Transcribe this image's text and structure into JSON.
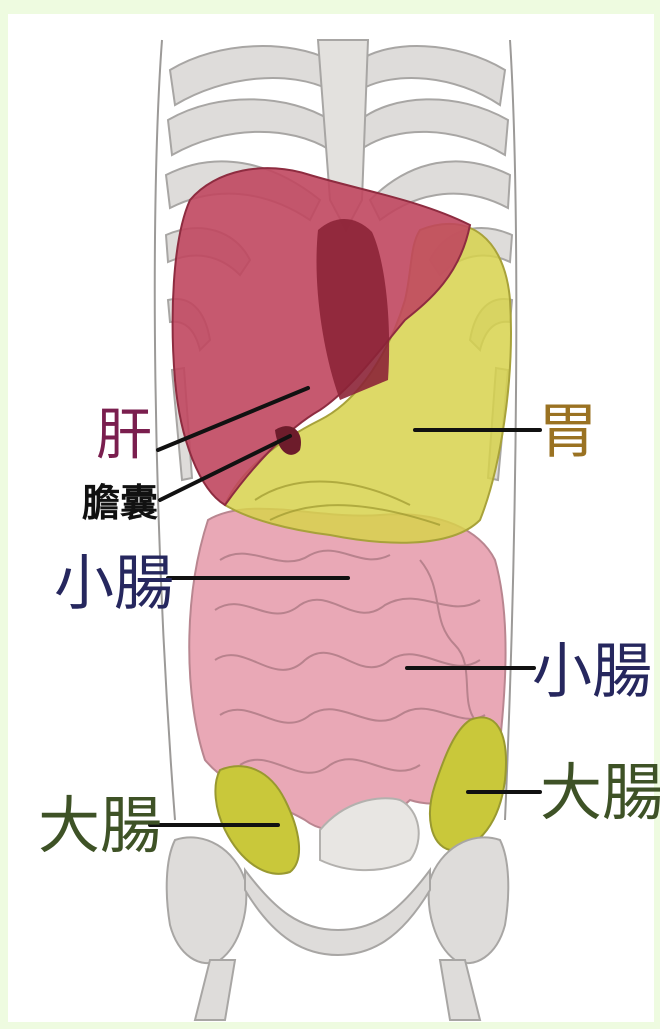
{
  "labels": {
    "liver": "肝",
    "gallbladder": "膽囊",
    "stomach": "胃",
    "small_intestine_left": "小腸",
    "small_intestine_right": "小腸",
    "large_intestine_left": "大腸",
    "large_intestine_right": "大腸"
  },
  "colors": {
    "background": "#eefbe0",
    "liver": "#c0475f",
    "liver_dark": "#8c2337",
    "stomach": "#d7d24c",
    "small_intestine": "#e9a8b6",
    "large_intestine": "#c9c83a",
    "bone": "#d9d7d4",
    "label_liver": "#7a1e4e",
    "label_stomach": "#9a7222",
    "label_small_intestine": "#26275e",
    "label_large_intestine": "#3e5226",
    "label_gallbladder": "#111111"
  }
}
